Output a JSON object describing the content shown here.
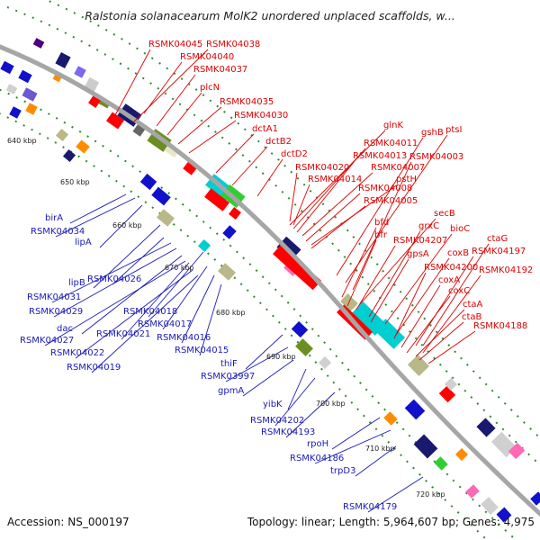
{
  "title": "Ralstonia solanacearum MolK2 unordered unplaced scaffolds, w...",
  "footer": {
    "accession": "Accession: NS_000197",
    "topology": "Topology: linear; Length: 5,964,607 bp; Genes: 4,975"
  },
  "colors": {
    "backbone": "#a6a6a6",
    "forward_label": "#dd0000",
    "reverse_label": "#1a1ab8",
    "tick_dots": "#2e8b2e"
  },
  "kbp_ticks": [
    "640 kbp",
    "650 kbp",
    "660 kbp",
    "670 kbp",
    "680 kbp",
    "690 kbp",
    "700 kbp",
    "710 kbp",
    "720 kbp"
  ],
  "forward_genes": [
    "RSMK04045",
    "RSMK04038",
    "RSMK04040",
    "RSMK04037",
    "plcN",
    "RSMK04035",
    "RSMK04030",
    "dctA1",
    "dctB2",
    "dctD2",
    "glnK",
    "gshB",
    "ptsI",
    "RSMK04011",
    "RSMK04013",
    "RSMK04003",
    "RSMK04007",
    "RSMK04020",
    "pstH",
    "RSMK04014",
    "RSMK04008",
    "RSMK04005",
    "secB",
    "bfd",
    "grxC",
    "bioC",
    "bfr",
    "RSMK04207",
    "ctaG",
    "coxB",
    "RSMK04197",
    "gpsA",
    "RSMK04200",
    "RSMK04192",
    "coxA",
    "coxC",
    "ctaA",
    "ctaB",
    "RSMK04188"
  ],
  "reverse_genes": [
    "birA",
    "RSMK04034",
    "lipA",
    "lipB",
    "RSMK04026",
    "RSMK04031",
    "RSMK04029",
    "RSMK04018",
    "dac",
    "RSMK04021",
    "RSMK04017",
    "RSMK04027",
    "RSMK04016",
    "RSMK04022",
    "RSMK04015",
    "RSMK04019",
    "thiF",
    "RSMK03997",
    "gpmA",
    "yibK",
    "RSMK04202",
    "RSMK04193",
    "rpoH",
    "RSMK04186",
    "trpD3",
    "RSMK04179"
  ]
}
